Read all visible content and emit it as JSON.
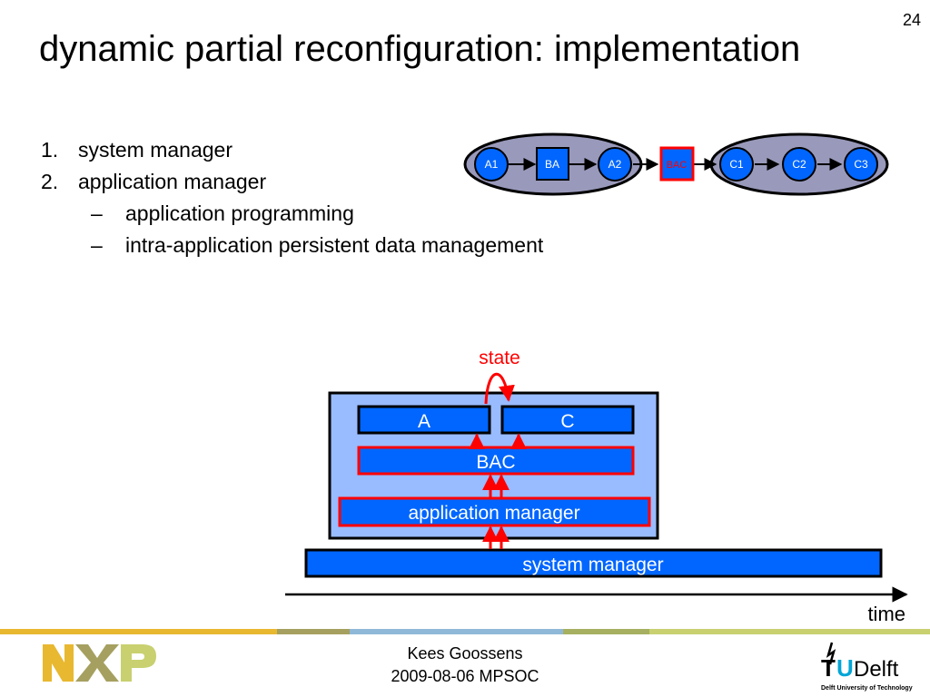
{
  "page_number": "24",
  "title": "dynamic partial reconfiguration: implementation",
  "bullets": {
    "item1_num": "1.",
    "item1": "system manager",
    "item2_num": "2.",
    "item2": "application manager",
    "sub1": "application programming",
    "sub2": "intra-application persistent data management",
    "dash": "–"
  },
  "top_diagram": {
    "nodes": [
      "A1",
      "BA",
      "A2",
      "BAC",
      "C1",
      "C2",
      "C3"
    ]
  },
  "stack_diagram": {
    "state_label": "state",
    "block_a": "A",
    "block_c": "C",
    "block_bac": "BAC",
    "app_manager": "application manager",
    "sys_manager": "system manager",
    "time_label": "time"
  },
  "footer": {
    "author": "Kees Goossens",
    "date_event": "2009-08-06 MPSOC",
    "nxp_logo_text": "NXP",
    "tud_logo_text": "TUDelft",
    "tud_tagline": "Delft University of Technology"
  },
  "colors": {
    "blue_fill": "#0066FF",
    "red": "#FF0000",
    "light_blue_panel": "#99BBFF",
    "gray_ellipse": "#9999BB"
  }
}
